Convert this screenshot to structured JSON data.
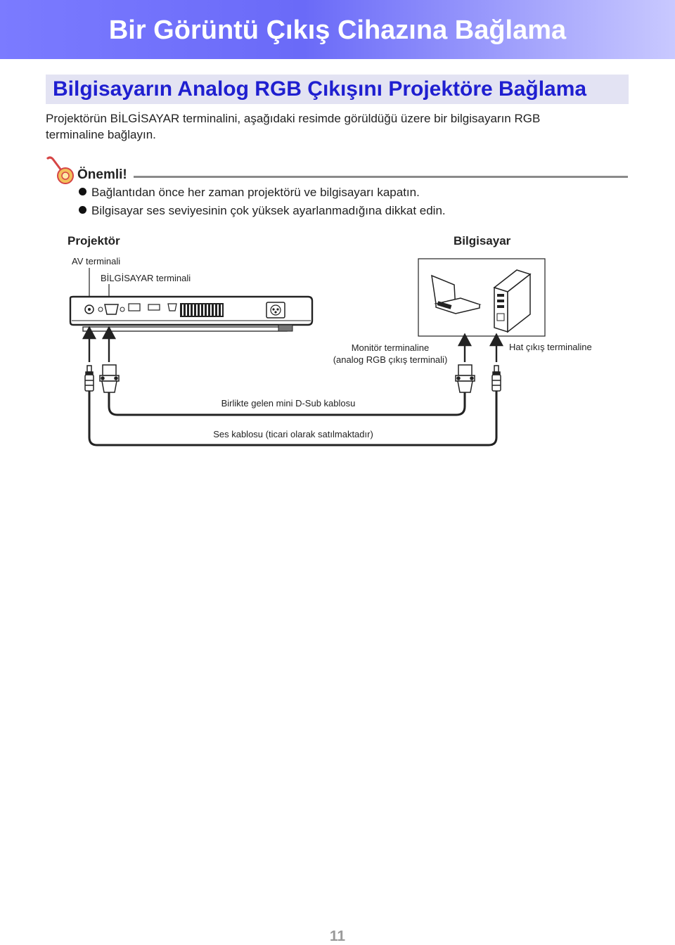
{
  "header": {
    "title": "Bir Görüntü Çıkış Cihazına Bağlama"
  },
  "section": {
    "title": "Bilgisayarın Analog RGB Çıkışını Projektöre Bağlama"
  },
  "intro": {
    "line1": "Projektörün BİLGİSAYAR terminalini, aşağıdaki resimde görüldüğü üzere bir bilgisayarın RGB",
    "line2": "terminaline bağlayın."
  },
  "note": {
    "title": "Önemli!",
    "items": [
      "Bağlantıdan önce her zaman projektörü ve bilgisayarı kapatın.",
      "Bilgisayar ses seviyesinin çok yüksek ayarlanmadığına dikkat edin."
    ]
  },
  "diagram": {
    "projector_label": "Projektör",
    "computer_label": "Bilgisayar",
    "av_terminal": "AV terminali",
    "computer_terminal": "BİLGİSAYAR terminali",
    "monitor_terminal_1": "Monitör terminaline",
    "monitor_terminal_2": "(analog RGB çıkış terminali)",
    "line_out_terminal": "Hat çıkış terminaline",
    "dsub_cable": "Birlikte gelen mini D-Sub kablosu",
    "audio_cable": "Ses kablosu (ticari olarak satılmaktadır)"
  },
  "footer": {
    "page_number": "11"
  },
  "colors": {
    "header_start": "#7b7bff",
    "header_end": "#c9c9ff",
    "section_title": "#1f1fd0",
    "section_bg": "#e3e3f3"
  }
}
